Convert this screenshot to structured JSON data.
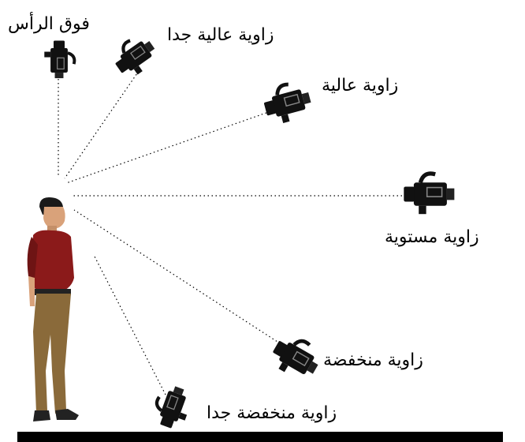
{
  "labels": {
    "overhead": "فوق الرأس",
    "very_high": "زاوية عالية جدا",
    "high": "زاوية عالية",
    "eye_level": "زاوية مستوية",
    "low": "زاوية منخفضة",
    "very_low": "زاوية منخفضة جدا"
  },
  "colors": {
    "ink": "#000000",
    "shirt": "#8b1a1a",
    "trousers": "#8a6a3a",
    "skin": "#d9a27a",
    "hair": "#1a1a1a",
    "camera": "#111111"
  },
  "icons": {
    "subject": "standing-man-figure",
    "camera": "video-camera-icon"
  }
}
